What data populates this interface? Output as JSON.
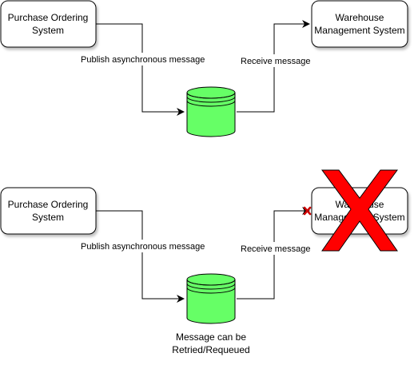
{
  "top_flow": {
    "source": {
      "line1": "Purchase Ordering",
      "line2": "System"
    },
    "target": {
      "line1": "Warehouse",
      "line2": "Management System"
    },
    "publish_label": "Publish asynchronous message",
    "receive_label": "Receive message",
    "queue_icon": "database-cylinder-icon"
  },
  "bottom_flow": {
    "source": {
      "line1": "Purchase Ordering",
      "line2": "System"
    },
    "target": {
      "line1": "Warehouse",
      "line2": "Management System"
    },
    "publish_label": "Publish asynchronous message",
    "receive_label": "Receive message",
    "queue_icon": "database-cylinder-icon",
    "queue_note": {
      "line1": "Message can be",
      "line2": "Retried/Requeued"
    },
    "failure_icon": "red-x-icon",
    "failed_connection_icon": "small-red-x-icon"
  },
  "colors": {
    "node_fill": "#ffffff",
    "node_stroke": "#000000",
    "queue_fill": "#66ff66",
    "failure_red": "#ff0000"
  }
}
